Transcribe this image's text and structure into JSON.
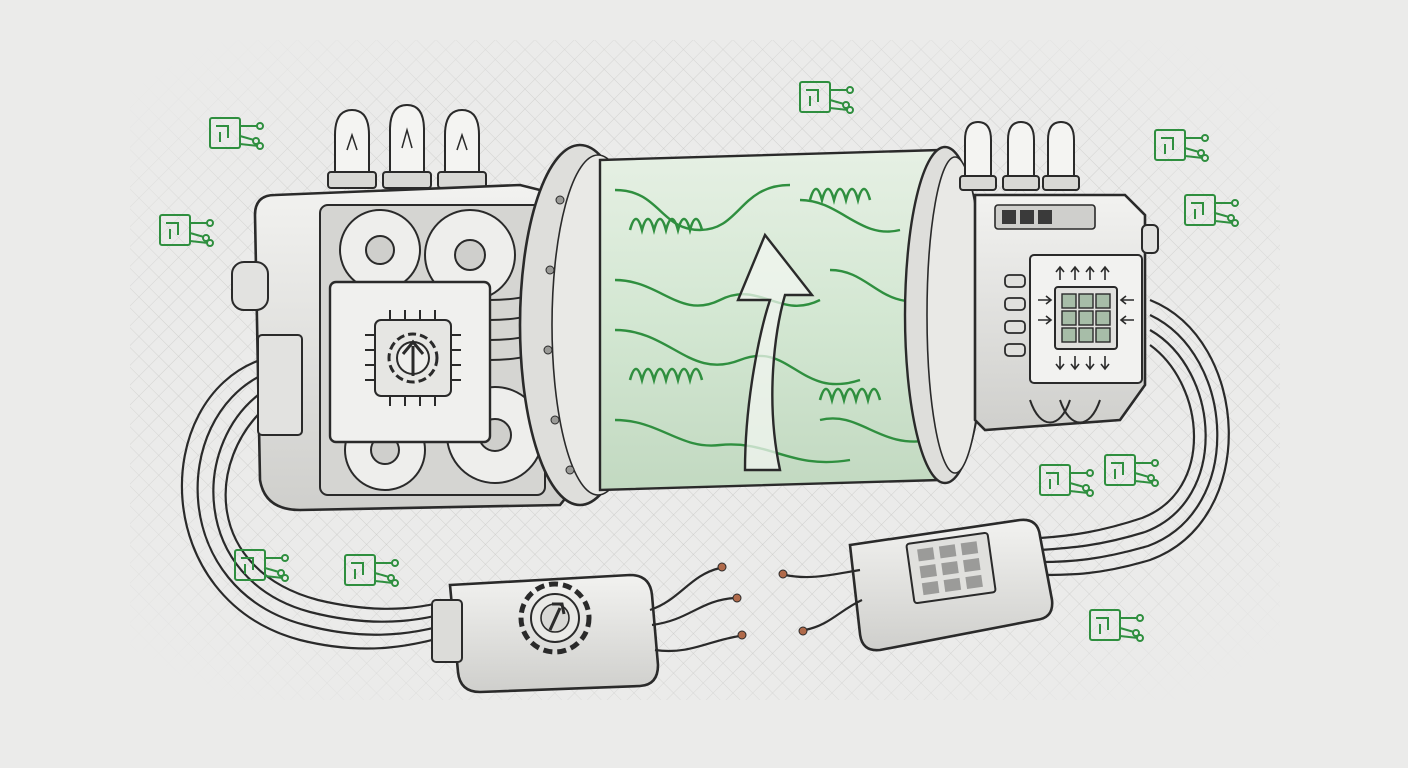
{
  "colors": {
    "background": "#ebebea",
    "ink": "#2a2a2a",
    "pencil_light": "#8c8c8c",
    "metal_fill": "#e2e2e0",
    "metal_shadow": "#c9c9c6",
    "circuit_green": "#2f8f3f",
    "glass_green": "#cfe6cf"
  },
  "illustration": {
    "style": "pencil sketch with green circuit accents",
    "components": [
      {
        "name": "gearbox-module",
        "icons": [
          "gear-icon",
          "up-arrow-icon",
          "chip-icon"
        ]
      },
      {
        "name": "glass-tube-core",
        "icons": [
          "coil-icon",
          "up-arrow-icon"
        ]
      },
      {
        "name": "processor-module",
        "icons": [
          "chip-grid-icon",
          "arrow-icon"
        ]
      },
      {
        "name": "gear-connector-plug",
        "icons": [
          "gear-icon",
          "up-arrow-icon"
        ]
      },
      {
        "name": "chip-connector-plug",
        "icons": [
          "chip-grid-icon",
          "arrow-icon"
        ]
      }
    ],
    "floating_icons": [
      "circuit-trace-icon",
      "chip-outline-icon",
      "wire-node-icon"
    ]
  }
}
